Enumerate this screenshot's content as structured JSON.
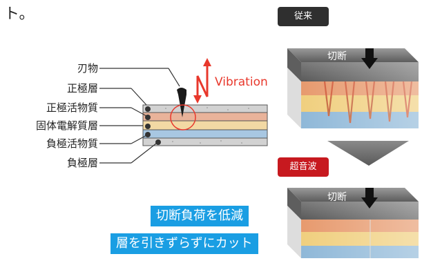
{
  "top_text": "ト。",
  "layer_labels": {
    "blade": "刃物",
    "cathode": "正極層",
    "cathode_active": "正極活物質",
    "electrolyte": "固体電解質層",
    "anode_active": "負極活物質",
    "anode": "負極層"
  },
  "vibration_label": "Vibration",
  "tags": {
    "conventional": "従来",
    "ultrasonic": "超音波"
  },
  "cut_label_top": "切断",
  "cut_label_bottom": "切断",
  "captions": {
    "line1": "切断負荷を低減",
    "line2": "層を引きずらずにカット"
  },
  "colors": {
    "accent_red": "#e8382c",
    "caption_blue": "#1a9ee3",
    "tag_dark": "#2f2f2f",
    "tag_red": "#c7191f",
    "layer_gray": "#cfcfcf",
    "layer_orange": "#e79a6e",
    "layer_yellow": "#f0cf7e",
    "layer_blue": "#8fb8d8",
    "block_top": "#6d6d6d"
  }
}
